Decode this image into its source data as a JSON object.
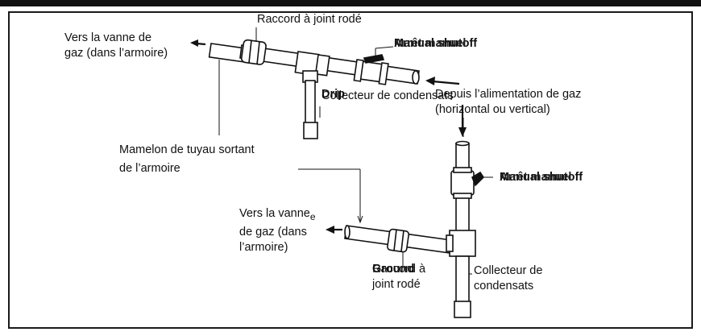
{
  "labels": {
    "raccord_top": "Raccord à joint rodé",
    "vers_top_1": "Vers la vanne de",
    "vers_top_2": "gaz (dans l’armoire)",
    "manual_shutoff_top": "Manual shutoff",
    "manuel_top": "Arrêt manuel",
    "drip": "Drip",
    "collecteur_top_1": "Collecteur de",
    "collecteur_top_2": "condensats",
    "depuis_1": "Depuis l’alimentation de gaz",
    "depuis_2": "(horizontal ou vertical)",
    "mamelon_1": "Mamelon de tuyau sortant",
    "mamelon_2": "de l’armoire",
    "manual_shutoff_right": "Manual shutoff",
    "manuel_right": "Arrêt manuel",
    "vers_bottom_1": "Vers la vanne",
    "vers_bottom_e": "e",
    "vers_bottom_2": "de gaz (dans",
    "vers_bottom_3": "l’armoire)",
    "ground": "Ground",
    "raccord_bottom_1": "Raccord à",
    "raccord_bottom_2": "joint rodé",
    "collecteur_bottom_1": "Collecteur de",
    "collecteur_bottom_2": "condensats"
  }
}
